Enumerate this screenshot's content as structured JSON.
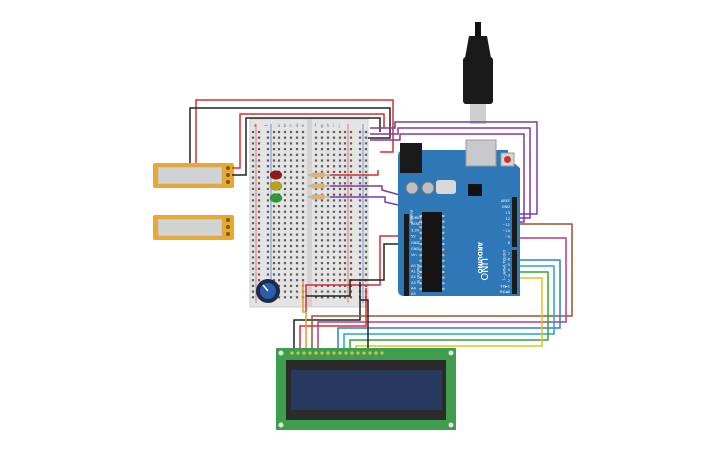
{
  "arduino": {
    "logo": "ARDUINO",
    "model": "UNO",
    "header_power_label": "POWER",
    "header_digital_label": "DIGITAL (PWM ~)",
    "header_analog_label": "ANALOG IN",
    "power_pins": [
      "IOREF",
      "RESET",
      "3.3V",
      "5V",
      "GND",
      "GND",
      "Vin"
    ],
    "analog_pins": [
      "A0",
      "A1",
      "A2",
      "A3",
      "A4",
      "A5"
    ],
    "digital_top_labels": [
      "AREF",
      "GND",
      "13",
      "12",
      "~11",
      "~10",
      "~9",
      "8"
    ],
    "digital_bottom_labels": [
      "7",
      "~6",
      "~5",
      "4",
      "~3",
      "2",
      "TX►1",
      "RX◄0"
    ],
    "colors": {
      "board": "#2e78b7",
      "board_dark": "#1f5f99"
    }
  },
  "breadboard": {
    "column_letters_left": [
      "a",
      "b",
      "c",
      "d",
      "e"
    ],
    "column_letters_right": [
      "f",
      "g",
      "h",
      "i",
      "j"
    ],
    "rail_plus": "+",
    "rail_minus": "−"
  },
  "leds": [
    {
      "color": "#8f1b1b"
    },
    {
      "color": "#b9a21e"
    },
    {
      "color": "#2f9a33"
    }
  ],
  "lcd": {
    "colors": {
      "pcb": "#3f9e4d",
      "screen": "#283a5f"
    }
  },
  "wire_colors": {
    "red": "#d92d2d",
    "black": "#222222",
    "purple": "#7b3aa8",
    "orange": "#e59a28",
    "green": "#2fa534",
    "yellow": "#d8c61b",
    "cyan": "#25a5c9",
    "blue": "#2f7fd1",
    "magenta": "#b53a8d",
    "brown": "#a0522d"
  }
}
